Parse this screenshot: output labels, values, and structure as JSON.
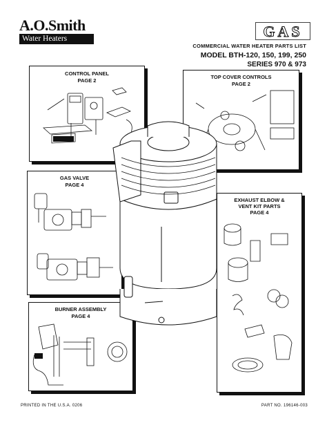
{
  "brand": {
    "name": "A.O.Smith",
    "division": "Water Heaters"
  },
  "fuel_mark": "GAS",
  "header": {
    "doc_type": "COMMERCIAL WATER HEATER PARTS LIST",
    "models": "MODEL BTH-120, 150, 199, 250",
    "series": "SERIES 970 & 973"
  },
  "panels": {
    "control_panel": {
      "title": "CONTROL PANEL",
      "page": "PAGE 2"
    },
    "top_cover": {
      "title": "TOP COVER CONTROLS",
      "page": "PAGE 2"
    },
    "gas_valve": {
      "title": "GAS VALVE",
      "page": "PAGE 4"
    },
    "exhaust": {
      "title": "EXHAUST ELBOW &",
      "title2": "VENT KIT PARTS",
      "page": "PAGE 4"
    },
    "burner": {
      "title": "BURNER ASSEMBLY",
      "page": "PAGE 4"
    }
  },
  "footer": {
    "printed": "PRINTED IN THE U.S.A. 0206",
    "part_no": "PART NO. 196146-003"
  }
}
